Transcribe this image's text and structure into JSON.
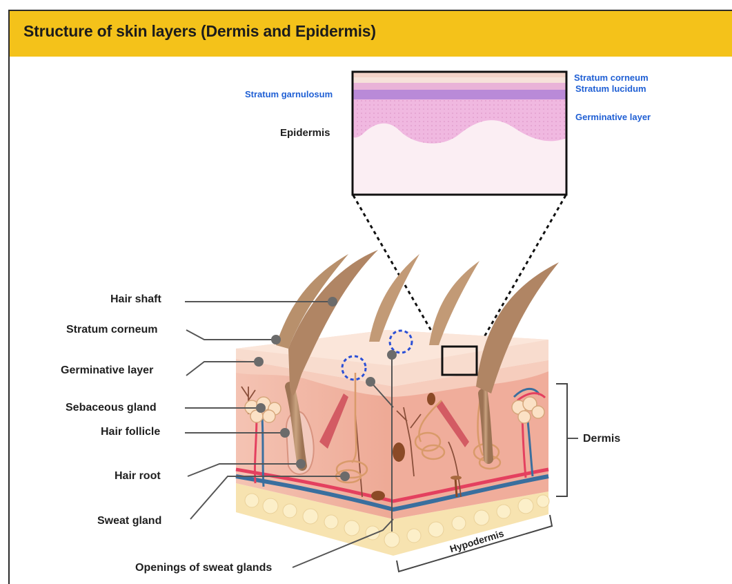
{
  "title": "Structure of skin layers (Dermis and Epidermis)",
  "inset": {
    "epidermis": "Epidermis",
    "stratum_garnulosum": "Stratum garnulosum",
    "stratum_corneum": "Stratum corneum",
    "stratum_lucidum": "Stratum lucidum",
    "germinative_layer": "Germinative layer"
  },
  "labels": {
    "hair_shaft": "Hair shaft",
    "stratum_corneum": "Stratum corneum",
    "germinative_layer": "Germinative layer",
    "sebaceous_gland": "Sebaceous gland",
    "hair_follicle": "Hair follicle",
    "hair_root": "Hair root",
    "sweat_gland": "Sweat gland",
    "openings_of_sweat_glands": "Openings of sweat glands",
    "dermis": "Dermis",
    "hypodermis": "Hypodermis"
  },
  "colors": {
    "title_bar": "#f4c21a",
    "inset_blue_text": "#1f5fd4",
    "skin_surface": "#f7d9cc",
    "dermis": "#f2b7a8",
    "hypodermis_fat": "#f7e3b0",
    "vessel_red": "#e4405f",
    "vessel_blue": "#3a6f9e",
    "hair": "#b8906c"
  }
}
